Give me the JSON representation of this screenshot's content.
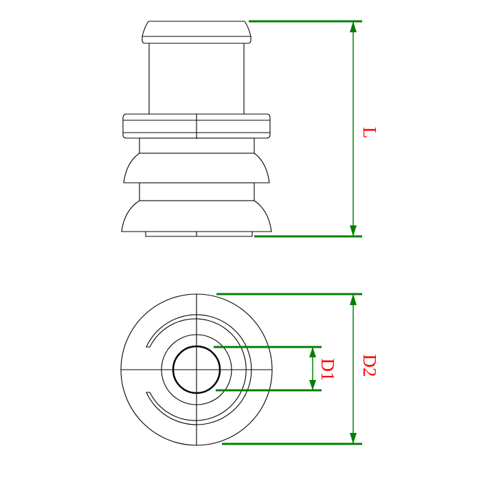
{
  "drawing": {
    "labels": {
      "length": "L",
      "inner_diameter": "D1",
      "outer_diameter": "D2"
    },
    "colors": {
      "dimension_lines": "#007f00",
      "dimension_text": "#ff0000",
      "outline": "#000000"
    }
  }
}
